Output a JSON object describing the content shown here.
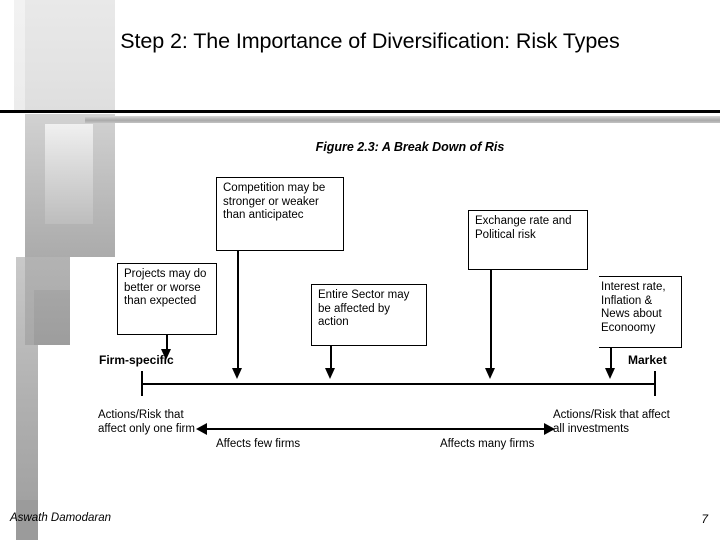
{
  "slide": {
    "title": "Step 2: The Importance of Diversification: Risk Types",
    "figure_caption": "Figure 2.3: A Break Down of Ris"
  },
  "diagram": {
    "boxes": [
      {
        "id": "competition",
        "text": "Competition may be stronger or weaker than anticipatec"
      },
      {
        "id": "exchange",
        "text": "Exchange rate and Political risk"
      },
      {
        "id": "projects",
        "text": "Projects may do better or worse than expected"
      },
      {
        "id": "sector",
        "text": "Entire Sector may be affected by action"
      },
      {
        "id": "interest",
        "text": "Interest rate, Inflation & News about Econoomy"
      }
    ],
    "axis": {
      "left_label": "Firm-specific",
      "right_label": "Market"
    },
    "captions": {
      "affect_one_firm": "Actions/Risk that affect only one firm",
      "affects_few_firms": "Affects few firms",
      "affects_many_firms": "Affects many firms",
      "affect_all_investments": "Actions/Risk that affect all investments"
    }
  },
  "footer": {
    "author": "Aswath Damodaran",
    "page_number": "7"
  },
  "colors": {
    "background": "#ffffff",
    "text": "#000000",
    "rule": "#000000",
    "deco_gray": "#b0b0b0"
  }
}
